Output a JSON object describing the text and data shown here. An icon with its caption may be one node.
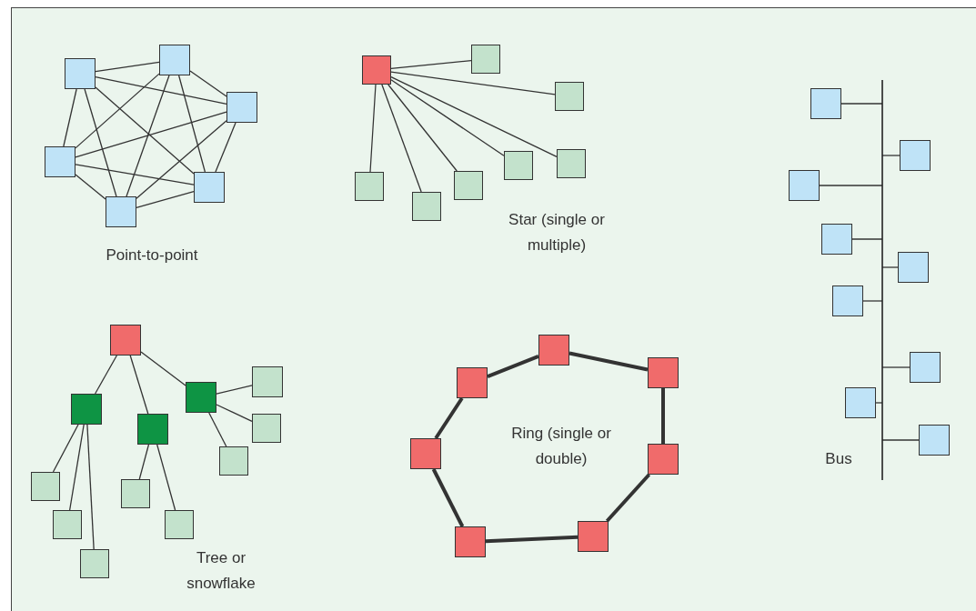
{
  "diagram": {
    "nodes": [
      {
        "text": [],
        "shape": "box"
      },
      {
        "text": [],
        "shape": "box"
      },
      {
        "text": [],
        "shape": "box"
      },
      {
        "text": [],
        "shape": "box"
      },
      {
        "text": [],
        "shape": "box"
      },
      {
        "text": [],
        "shape": "box"
      },
      {
        "text": [],
        "shape": "box"
      },
      {
        "text": [],
        "shape": "box"
      },
      {
        "text": [],
        "shape": "box"
      },
      {
        "text": [],
        "shape": "box"
      },
      {
        "text": [],
        "shape": "box"
      },
      {
        "text": [],
        "shape": "box"
      },
      {
        "text": [],
        "shape": "box"
      },
      {
        "text": [],
        "shape": "box"
      },
      {
        "text": [],
        "shape": "bar"
      },
      {
        "text": [],
        "shape": "box"
      },
      {
        "text": [],
        "shape": "box"
      },
      {
        "text": [],
        "shape": "box"
      },
      {
        "text": [],
        "shape": "box"
      },
      {
        "text": [],
        "shape": "box"
      },
      {
        "text": [],
        "shape": "box"
      },
      {
        "text": [],
        "shape": "box"
      },
      {
        "text": [],
        "shape": "box"
      },
      {
        "text": [],
        "shape": "box"
      },
      {
        "text": [],
        "shape": "box"
      },
      {
        "text": [],
        "shape": "box"
      },
      {
        "text": [],
        "shape": "box"
      },
      {
        "text": [],
        "shape": "box"
      },
      {
        "text": [],
        "shape": "box"
      },
      {
        "text": [],
        "shape": "box"
      },
      {
        "text": [],
        "shape": "box"
      },
      {
        "text": [],
        "shape": "box"
      },
      {
        "text": [],
        "shape": "box"
      },
      {
        "text": [],
        "shape": "box"
      },
      {
        "text": [],
        "shape": "box"
      },
      {
        "text": [],
        "shape": "box"
      },
      {
        "text": [],
        "shape": "box"
      },
      {
        "text": [],
        "shape": "box"
      },
      {
        "text": [],
        "shape": "box"
      },
      {
        "text": [],
        "shape": "box"
      },
      {
        "text": [],
        "shape": "box"
      },
      {
        "text": [],
        "shape": "box"
      },
      {
        "text": [],
        "shape": "box"
      }
    ],
    "edges": [
      {
        "from": 0,
        "to": 1,
        "arrow": "none"
      },
      {
        "from": 0,
        "to": 2,
        "arrow": "none"
      },
      {
        "from": 0,
        "to": 3,
        "arrow": "none"
      },
      {
        "from": 0,
        "to": 4,
        "arrow": "none"
      },
      {
        "from": 0,
        "to": 5,
        "arrow": "none"
      },
      {
        "from": 1,
        "to": 2,
        "arrow": "none"
      },
      {
        "from": 1,
        "to": 3,
        "arrow": "none"
      },
      {
        "from": 1,
        "to": 4,
        "arrow": "none"
      },
      {
        "from": 1,
        "to": 5,
        "arrow": "none"
      },
      {
        "from": 2,
        "to": 3,
        "arrow": "none"
      },
      {
        "from": 2,
        "to": 4,
        "arrow": "none"
      },
      {
        "from": 2,
        "to": 5,
        "arrow": "none"
      },
      {
        "from": 3,
        "to": 4,
        "arrow": "none"
      },
      {
        "from": 3,
        "to": 5,
        "arrow": "none"
      },
      {
        "from": 4,
        "to": 5,
        "arrow": "none"
      },
      {
        "from": 6,
        "to": 7,
        "arrow": "none"
      },
      {
        "from": 6,
        "to": 8,
        "arrow": "none"
      },
      {
        "from": 6,
        "to": 9,
        "arrow": "none"
      },
      {
        "from": 6,
        "to": 10,
        "arrow": "none"
      },
      {
        "from": 6,
        "to": 11,
        "arrow": "none"
      },
      {
        "from": 6,
        "to": 12,
        "arrow": "none"
      },
      {
        "from": 6,
        "to": 13,
        "arrow": "none"
      },
      {
        "from": 15,
        "to": 14,
        "arrow": "none"
      },
      {
        "from": 16,
        "to": 14,
        "arrow": "none"
      },
      {
        "from": 17,
        "to": 14,
        "arrow": "none"
      },
      {
        "from": 18,
        "to": 14,
        "arrow": "none"
      },
      {
        "from": 19,
        "to": 14,
        "arrow": "none"
      },
      {
        "from": 20,
        "to": 14,
        "arrow": "none"
      },
      {
        "from": 21,
        "to": 14,
        "arrow": "none"
      },
      {
        "from": 22,
        "to": 14,
        "arrow": "none"
      },
      {
        "from": 23,
        "to": 14,
        "arrow": "none"
      },
      {
        "from": 24,
        "to": 25,
        "arrow": "none"
      },
      {
        "from": 24,
        "to": 26,
        "arrow": "none"
      },
      {
        "from": 24,
        "to": 27,
        "arrow": "none"
      },
      {
        "from": 25,
        "to": 28,
        "arrow": "none"
      },
      {
        "from": 25,
        "to": 29,
        "arrow": "none"
      },
      {
        "from": 25,
        "to": 30,
        "arrow": "none"
      },
      {
        "from": 26,
        "to": 31,
        "arrow": "none"
      },
      {
        "from": 26,
        "to": 32,
        "arrow": "none"
      },
      {
        "from": 27,
        "to": 33,
        "arrow": "none"
      },
      {
        "from": 27,
        "to": 34,
        "arrow": "none"
      },
      {
        "from": 27,
        "to": 35,
        "arrow": "none"
      },
      {
        "from": 36,
        "to": 37,
        "arrow": "none",
        "style": "thick"
      },
      {
        "from": 37,
        "to": 38,
        "arrow": "none",
        "style": "thick"
      },
      {
        "from": 38,
        "to": 39,
        "arrow": "none",
        "style": "thick"
      },
      {
        "from": 39,
        "to": 40,
        "arrow": "none",
        "style": "thick"
      },
      {
        "from": 40,
        "to": 41,
        "arrow": "none",
        "style": "thick"
      },
      {
        "from": 41,
        "to": 42,
        "arrow": "none",
        "style": "thick"
      },
      {
        "from": 42,
        "to": 36,
        "arrow": "none",
        "style": "thick"
      }
    ],
    "labels": [
      "Point-to-point",
      "Star (single or multiple)",
      "Bus",
      "Tree or snowflake",
      "Ring (single or double)"
    ]
  }
}
